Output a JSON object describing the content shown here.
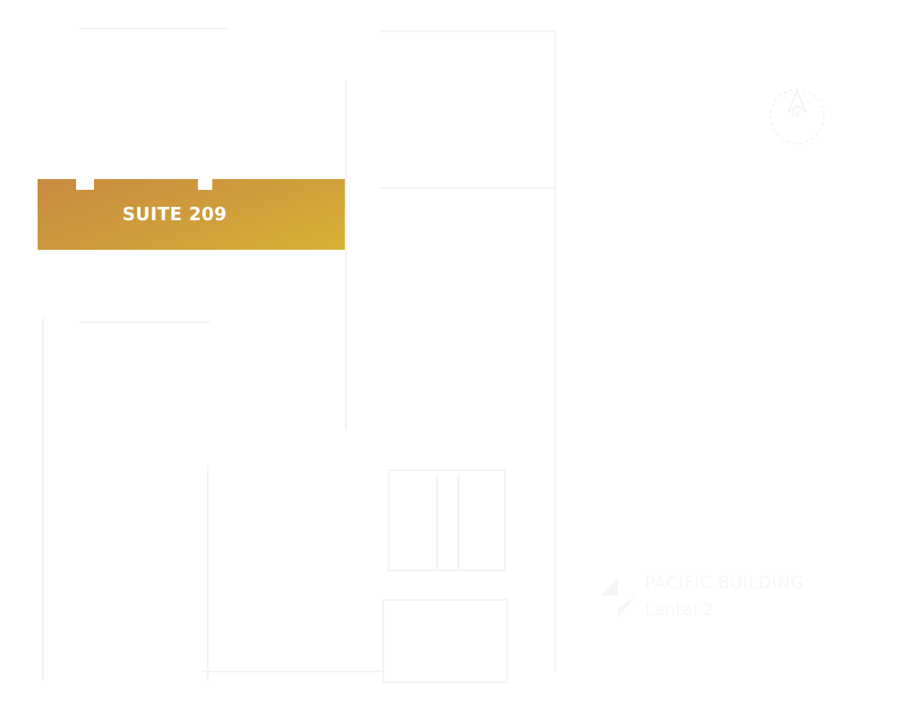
{
  "suite": {
    "label": "SUITE 209",
    "color_start": "#c88a40",
    "color_end": "#d8b235"
  },
  "building": {
    "name": "PACIFIC BUILDING",
    "floor": "Lantai 2"
  },
  "compass": {
    "label": "N"
  }
}
